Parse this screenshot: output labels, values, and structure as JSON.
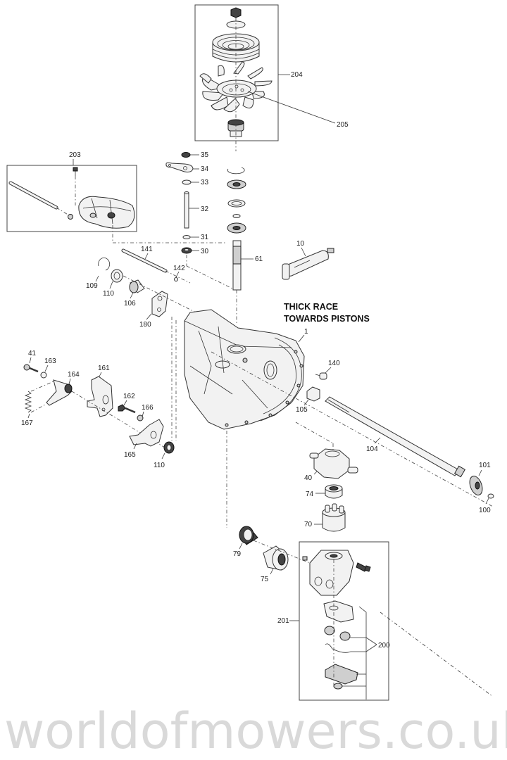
{
  "watermark": "worldofmowers.co.uk",
  "note": {
    "line1": "THICK RACE",
    "line2": "TOWARDS PISTONS"
  },
  "labels": {
    "p1": "1",
    "p10": "10",
    "p30": "30",
    "p31": "31",
    "p32": "32",
    "p33": "33",
    "p34": "34",
    "p35": "35",
    "p40": "40",
    "p41": "41",
    "p61": "61",
    "p70": "70",
    "p74": "74",
    "p75": "75",
    "p79": "79",
    "p100": "100",
    "p101": "101",
    "p104": "104",
    "p105": "105",
    "p106": "106",
    "p109": "109",
    "p110a": "110",
    "p110b": "110",
    "p140": "140",
    "p141": "141",
    "p142": "142",
    "p161": "161",
    "p162": "162",
    "p163": "163",
    "p164": "164",
    "p165": "165",
    "p166": "166",
    "p167": "167",
    "p180": "180",
    "p200": "200",
    "p201": "201",
    "p203": "203",
    "p204": "204",
    "p205": "205"
  }
}
